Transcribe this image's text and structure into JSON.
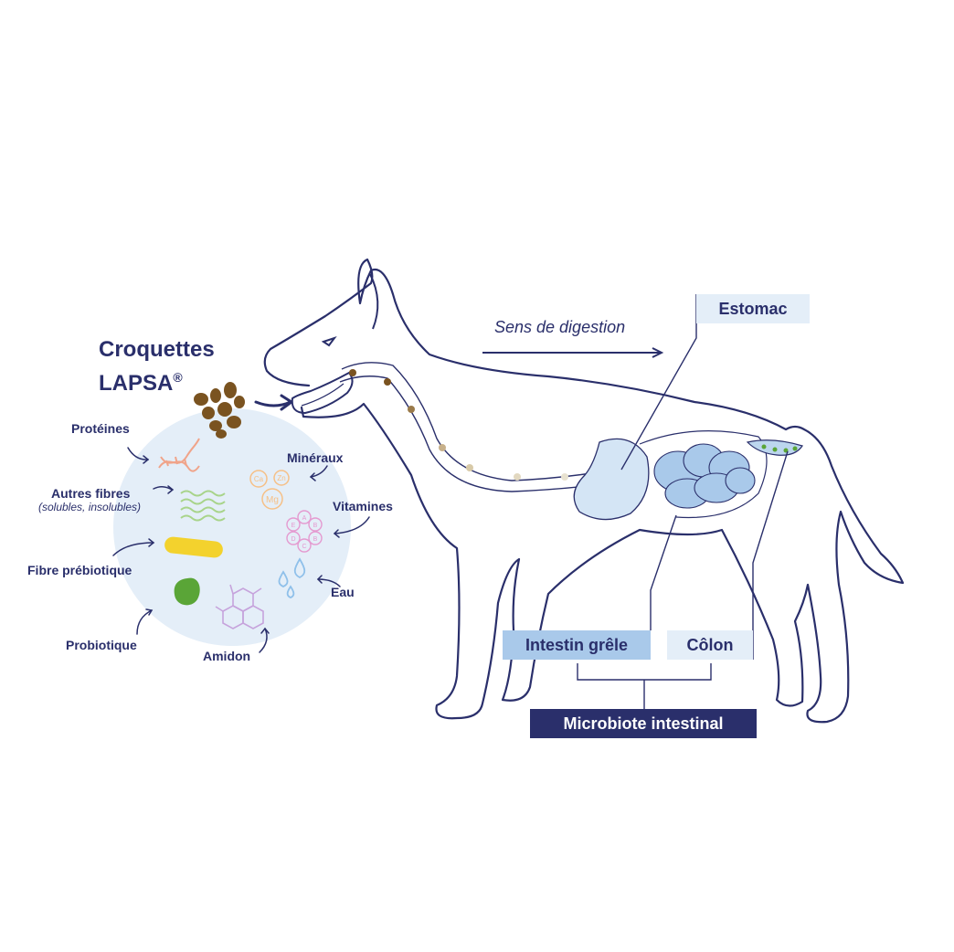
{
  "product": {
    "title_line1": "Croquettes",
    "title_line2": "LAPSA",
    "mark": "®"
  },
  "nutrients": {
    "proteines": "Protéines",
    "autres_fibres": "Autres fibres",
    "autres_fibres_sub": "(solubles, insolubles)",
    "fibre_prebiotique": "Fibre prébiotique",
    "probiotique": "Probiotique",
    "amidon": "Amidon",
    "mineraux": "Minéraux",
    "vitamines": "Vitamines",
    "eau": "Eau"
  },
  "mineral_symbols": [
    "Ca",
    "Zn",
    "Mg"
  ],
  "vitamin_symbols": [
    "E",
    "A",
    "B",
    "D",
    "C",
    "B"
  ],
  "digestion_label": "Sens de digestion",
  "organs": {
    "estomac": "Estomac",
    "intestin_grele": "Intestin grêle",
    "colon": "Côlon",
    "microbiote": "Microbiote intestinal"
  },
  "colors": {
    "navy": "#2a2f6b",
    "circle": "#e4eef8",
    "organ": "#bcd6ee",
    "kibble": "#7a5320",
    "prebiotic": "#f3d22d",
    "probiotic": "#5aa537",
    "fiber": "#a8d48a",
    "protein": "#f0a48a",
    "mineral": "#f6c087",
    "vitamin": "#e49ad0",
    "water": "#8fc0ea",
    "starch": "#c6a3dc"
  }
}
